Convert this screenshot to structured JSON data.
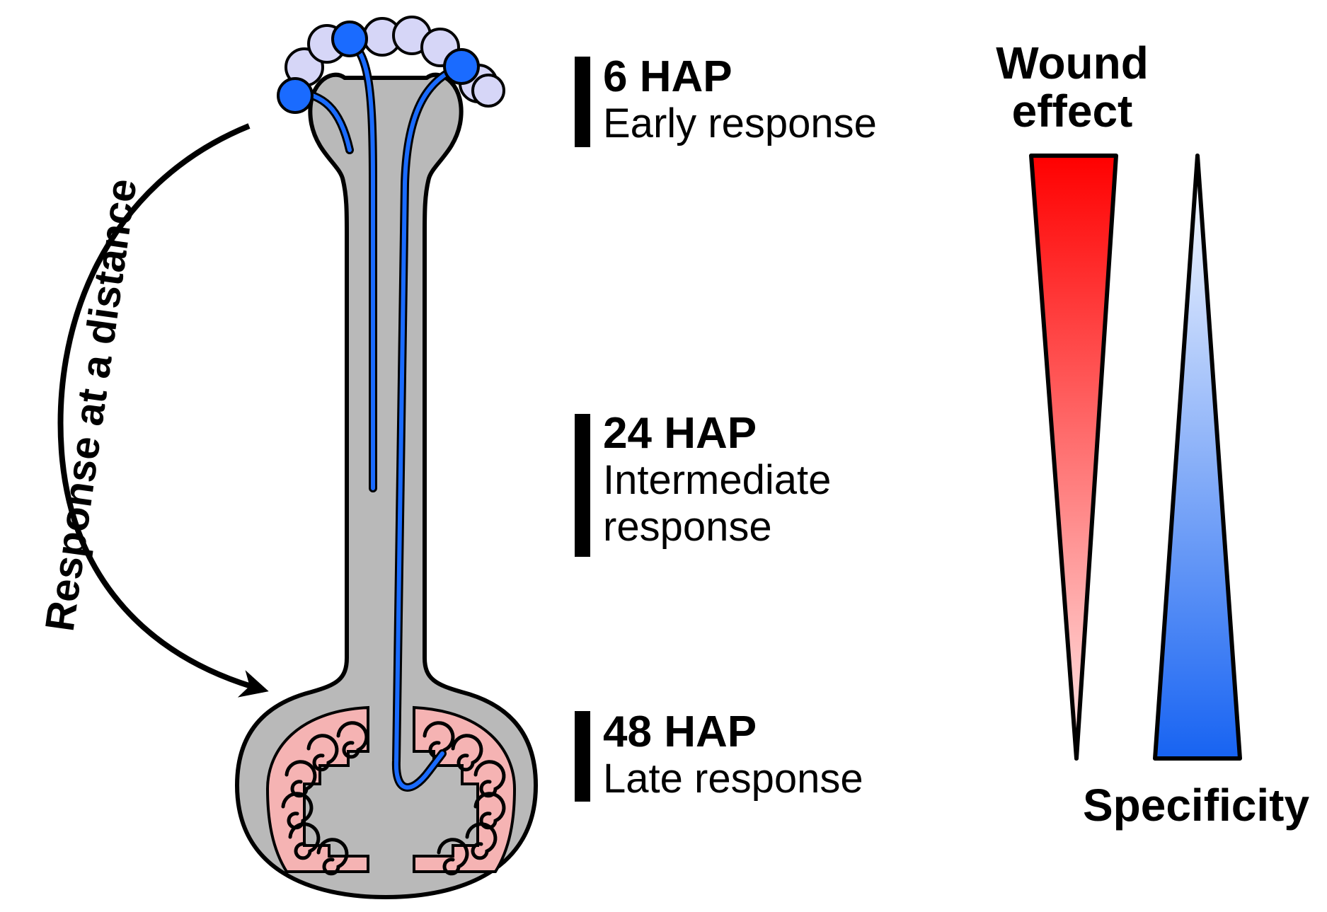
{
  "stages": [
    {
      "hap": "6 HAP",
      "response": "Early response"
    },
    {
      "hap": "24 HAP",
      "response_line1": "Intermediate",
      "response_line2": "response"
    },
    {
      "hap": "48 HAP",
      "response": "Late response"
    }
  ],
  "arrow_label": "Response at a distance",
  "wound_effect": {
    "line1": "Wound",
    "line2": "effect",
    "color": "#ff0000"
  },
  "specificity": {
    "label": "Specificity",
    "color": "#1e6ff0"
  },
  "colors": {
    "tissue": "#b9b9b9",
    "neuron": "#1a6bff",
    "cell_light": "#d6d6f7",
    "bulb": "#f5b3b3"
  }
}
